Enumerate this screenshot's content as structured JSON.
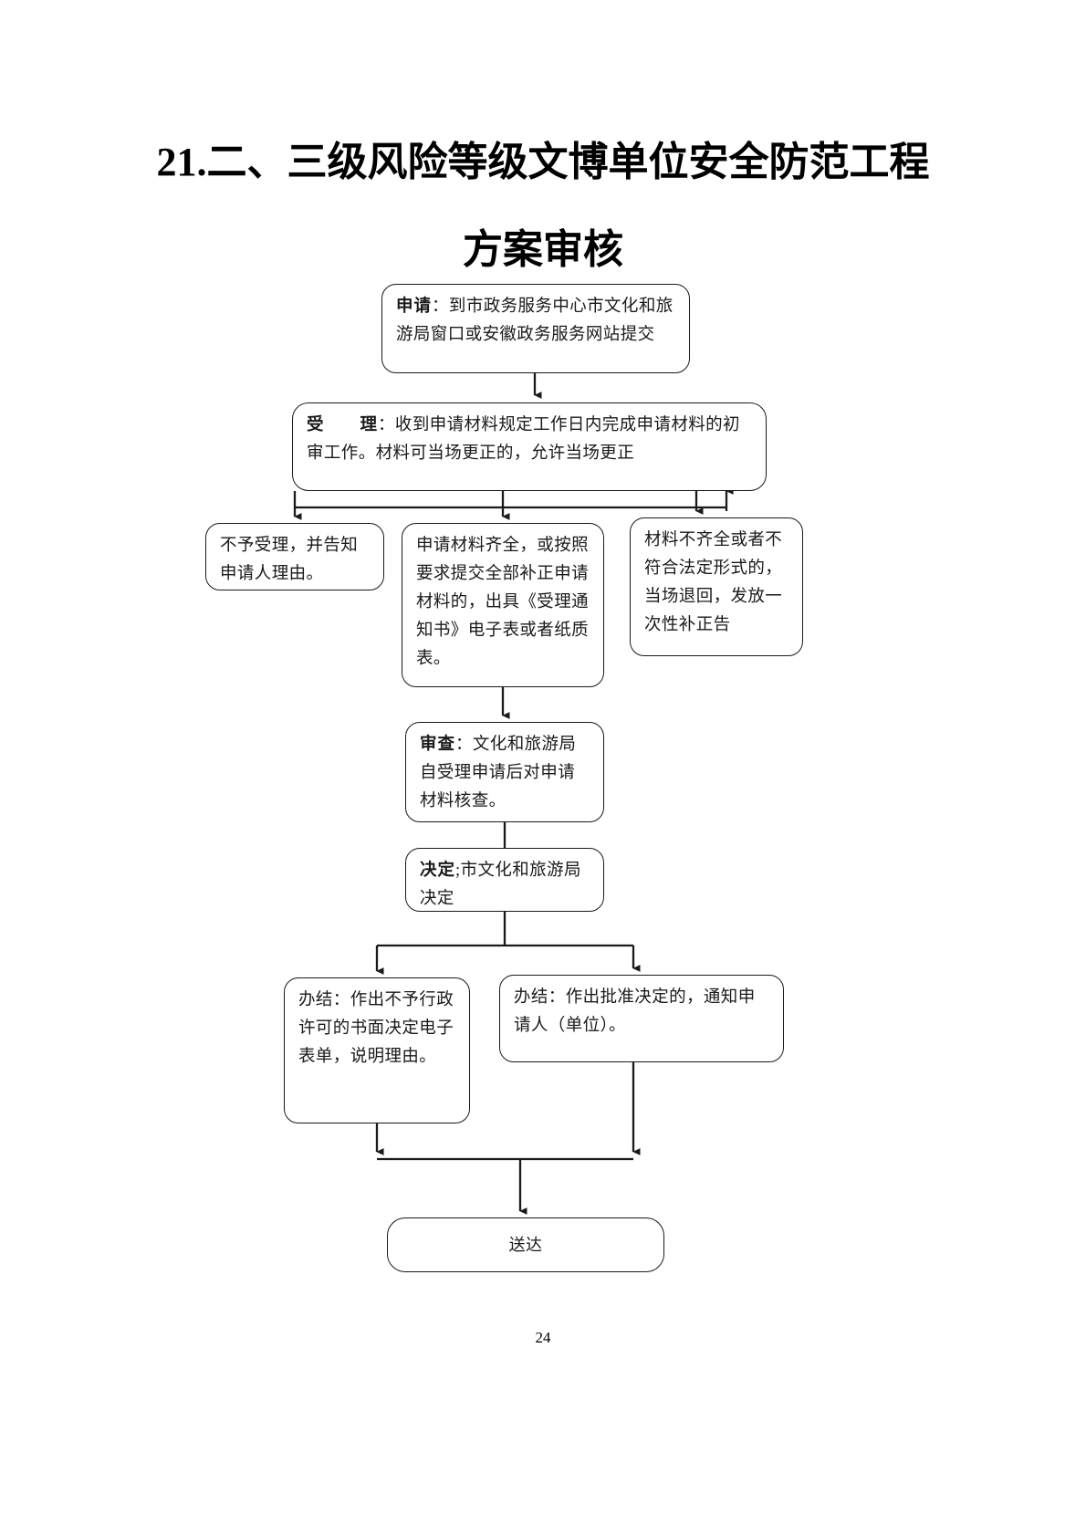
{
  "document": {
    "title_line_1": "21.二、三级风险等级文博单位安全防范工程",
    "title_line_2": "方案审核",
    "page_number": "24"
  },
  "flowchart": {
    "type": "process-flow",
    "orientation": "top-to-bottom",
    "nodes": [
      {
        "id": "apply",
        "label_bold": "申请",
        "separator": "：",
        "body": "到市政务服务中心市文化和旅游局窗口或安徽政务服务网站提交",
        "clipped": true
      },
      {
        "id": "accept",
        "label_bold": "受　　理",
        "separator": "：",
        "body": "收到申请材料规定工作日内完成申请材料的初审工作。材料可当场更正的，允许当场更正"
      },
      {
        "id": "reject",
        "body": "不予受理，并告知申请人理由。"
      },
      {
        "id": "complete",
        "body": "申请材料齐全，或按照要求提交全部补正申请材料的，出具《受理通知书》电子表或者纸质表。"
      },
      {
        "id": "incomplete",
        "body": "材料不齐全或者不符合法定形式的，当场退回，发放一次性补正告",
        "clipped": true
      },
      {
        "id": "review",
        "label_bold": "审查",
        "separator": "：",
        "body": "文化和旅游局自受理申请后对申请材料核查。"
      },
      {
        "id": "decision",
        "label_bold": "决定",
        "separator": ";",
        "body": "市文化和旅游局决定"
      },
      {
        "id": "deny",
        "body": "办结：作出不予行政许可的书面决定电子表单，说明理由。"
      },
      {
        "id": "approve",
        "body": "办结：作出批准决定的，通知申请人（单位）。"
      },
      {
        "id": "deliver",
        "body": "送达"
      }
    ],
    "edges": [
      {
        "from": "apply",
        "to": "accept",
        "kind": "arrow-down"
      },
      {
        "from": "accept",
        "to": "reject",
        "kind": "arrow-down"
      },
      {
        "from": "accept",
        "to": "complete",
        "kind": "arrow-down"
      },
      {
        "from": "accept",
        "to": "incomplete",
        "kind": "arrow-down"
      },
      {
        "from": "incomplete",
        "to": "accept",
        "kind": "arrow-up-return"
      },
      {
        "from": "complete",
        "to": "review",
        "kind": "arrow-down"
      },
      {
        "from": "review",
        "to": "decision",
        "kind": "line-down"
      },
      {
        "from": "decision",
        "to": "deny",
        "kind": "arrow-down-branch"
      },
      {
        "from": "decision",
        "to": "approve",
        "kind": "arrow-down-branch"
      },
      {
        "from": "deny",
        "to": "deliver",
        "kind": "arrow-down-merge"
      },
      {
        "from": "approve",
        "to": "deliver",
        "kind": "arrow-down-merge"
      }
    ]
  },
  "colors": {
    "ink": "#1a1a1a",
    "paper": "#ffffff"
  }
}
